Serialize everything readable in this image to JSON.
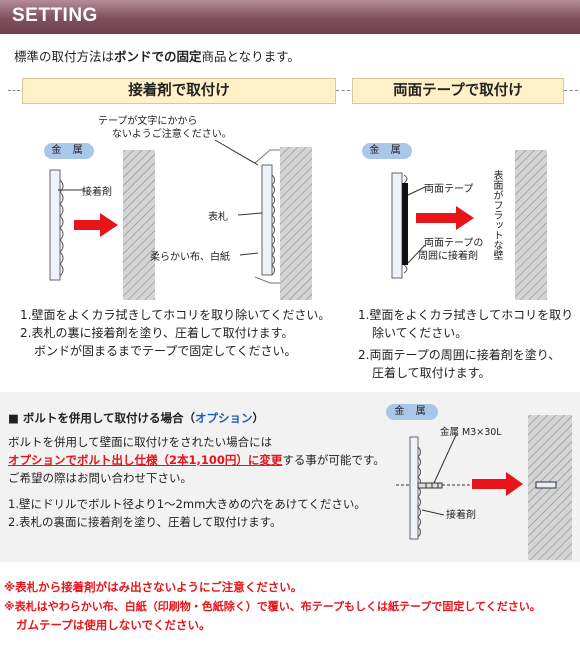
{
  "header": {
    "title": "SETTING"
  },
  "intro": {
    "before": "標準の取付方法は",
    "bold": "ボンドでの固定",
    "after": "商品となります。"
  },
  "section_adhesive": {
    "title": "接着剤で取付け",
    "metal_label": "金 属",
    "adhesive_label": "接着剤",
    "tape_note_line1": "テープが文字にかから",
    "tape_note_line2": "ないようご注意ください。",
    "plate_label": "表札",
    "cloth_label": "柔らかい布、白紙",
    "steps": [
      "1.壁面をよくカラ拭きしてホコリを取り除いてください。",
      "2.表札の裏に接着剤を塗り、圧着して取付けます。",
      "ボンドが固まるまでテープで固定してください。"
    ]
  },
  "section_tape": {
    "title": "両面テープで取付け",
    "metal_label": "金 属",
    "tape_label": "両面テープ",
    "tape_adhesive_line1": "両面テープの",
    "tape_adhesive_line2": "周囲に接着剤",
    "wall_note": "表面がフラットな壁",
    "steps": [
      "1.壁面をよくカラ拭きしてホコリを取り",
      "除いてください。",
      "2.両面テープの周囲に接着剤を塗り、",
      "圧着して取付けます。"
    ]
  },
  "section_bolt": {
    "title_prefix": "■ ボルトを併用して取付ける場合（",
    "title_option": "オプション",
    "title_suffix": "）",
    "line1": "ボルトを併用して壁面に取付けをされたい場合には",
    "line2_red": "オプションでボルト出し仕様（2本1,100円）に変更",
    "line2_rest": "する事が可能です。",
    "line3": "ご希望の際はお問い合わせ下さい。",
    "step1": "1.壁にドリルでボルト径より1～2mm大きめの穴をあけてください。",
    "step2": "2.表札の裏面に接着剤を塗り、圧着して取付けます。",
    "metal_label": "金 属",
    "bolt_label": "金属 M3×30L",
    "adhesive_label": "接着剤"
  },
  "notes": [
    "※表札から接着剤がはみ出さないようにご注意ください。",
    "※表札はやわらかい布、白紙（印刷物・色紙除く）で覆い、布テープもしくは紙テープで固定してください。",
    "ガムテープは使用しないでください。"
  ],
  "colors": {
    "header": "#7f4f5c",
    "arrow": "#e8141a",
    "metal_badge": "#aac6e8",
    "section_bg": "#fff0c8"
  }
}
